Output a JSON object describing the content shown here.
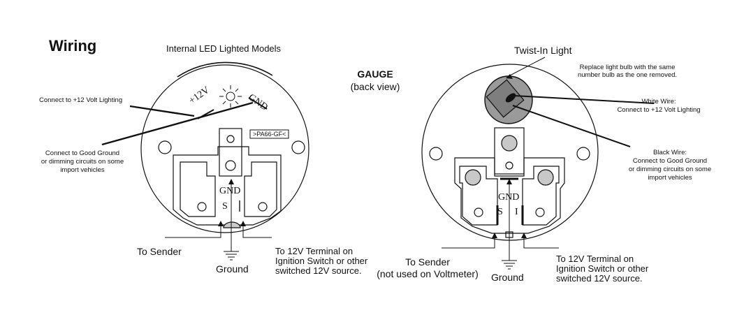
{
  "title": "Wiring",
  "left": {
    "heading": "Internal LED Lighted Models",
    "lighting_note": "Connect to +12 Volt Lighting",
    "ground_note": [
      "Connect to Good Ground",
      "or dimming circuits on some",
      "import vehicles"
    ],
    "terminal_12v": "+12V",
    "terminal_gnd_diag": "GND",
    "part_number": ">PA66-GF<",
    "gnd": "GND",
    "s": "S",
    "i": "I",
    "to_sender": "To Sender",
    "ground": "Ground",
    "to_12v": [
      "To 12V Terminal on",
      "Ignition Switch or other",
      "switched 12V source."
    ]
  },
  "center": {
    "gauge": "GAUGE",
    "back_view": "(back view)"
  },
  "right": {
    "heading": "Twist-In Light",
    "replace_note": [
      "Replace light bulb with the same",
      "number bulb as the one removed."
    ],
    "white_wire": [
      "White Wire:",
      "Connect to +12 Volt Lighting"
    ],
    "black_wire": [
      "Black Wire:",
      "Connect to Good Ground",
      "or dimming circuits on some",
      "import vehicles"
    ],
    "gnd": "GND",
    "s": "S",
    "i": "I",
    "to_sender": [
      "To Sender",
      "(not used on Voltmeter)"
    ],
    "ground": "Ground",
    "to_12v": [
      "To 12V Terminal on",
      "Ignition Switch or other",
      "switched 12V source."
    ]
  }
}
